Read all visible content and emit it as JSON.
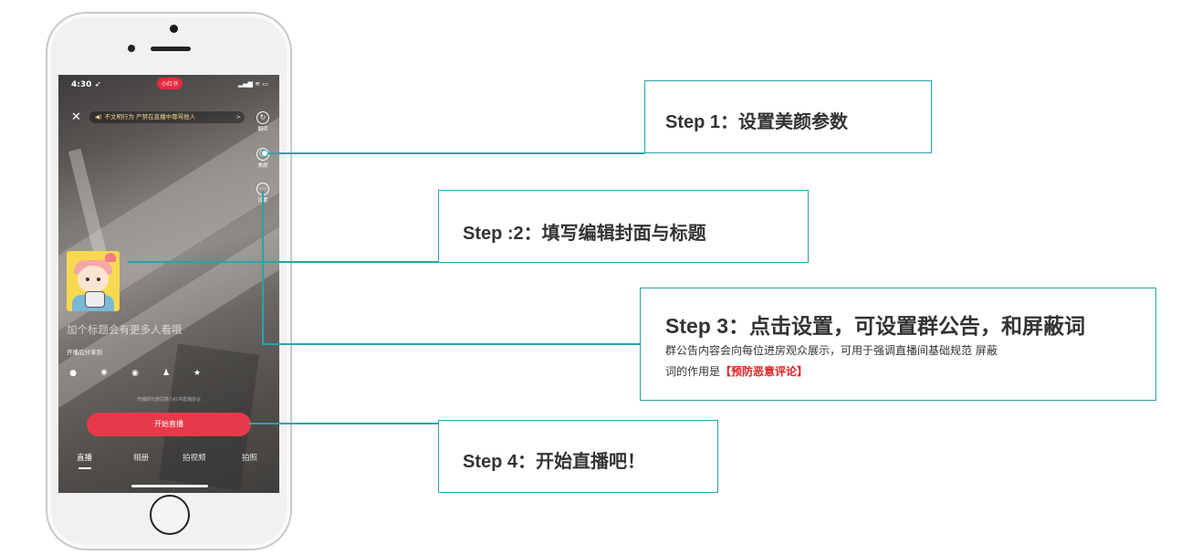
{
  "phone": {
    "status": {
      "time": "4:30 ➶",
      "app_badge": "小红书",
      "icons": "▂▄▆ ≋ ▭"
    },
    "notice": {
      "text": "不文明行为  严禁在直播中辱骂他人",
      "chevron": ">"
    },
    "side_tools": [
      {
        "label": "翻转",
        "icon": "refresh-icon"
      },
      {
        "label": "美颜",
        "icon": "beauty-icon"
      },
      {
        "label": "设置",
        "icon": "more-icon"
      }
    ],
    "title_placeholder": "加个标题会有更多人看哦",
    "share_label": "开播后分享到",
    "share_icons": [
      "wechat-icon",
      "moments-icon",
      "weibo-icon",
      "qq-icon",
      "qzone-icon"
    ],
    "agreement": "开播即代表同意小红书直播协议",
    "start_button": "开始直播",
    "tabs": [
      "直播",
      "相册",
      "拍视频",
      "拍照"
    ]
  },
  "steps": {
    "step1": {
      "title": "Step 1：设置美颜参数"
    },
    "step2": {
      "title": "Step :2：填写编辑封面与标题"
    },
    "step3": {
      "title": "Step 3：点击设置，可设置群公告，和屏蔽词",
      "desc_line1": "群公告内容会向每位进房观众展示，可用于强调直播间基础规范 屏蔽",
      "desc_line2_prefix": "词的作用是",
      "desc_highlight": "【预防恶意评论】"
    },
    "step4": {
      "title": "Step 4：开始直播吧！"
    }
  },
  "colors": {
    "accent": "#2aa3ac",
    "start_button": "#e8394b",
    "highlight": "#e32020"
  }
}
